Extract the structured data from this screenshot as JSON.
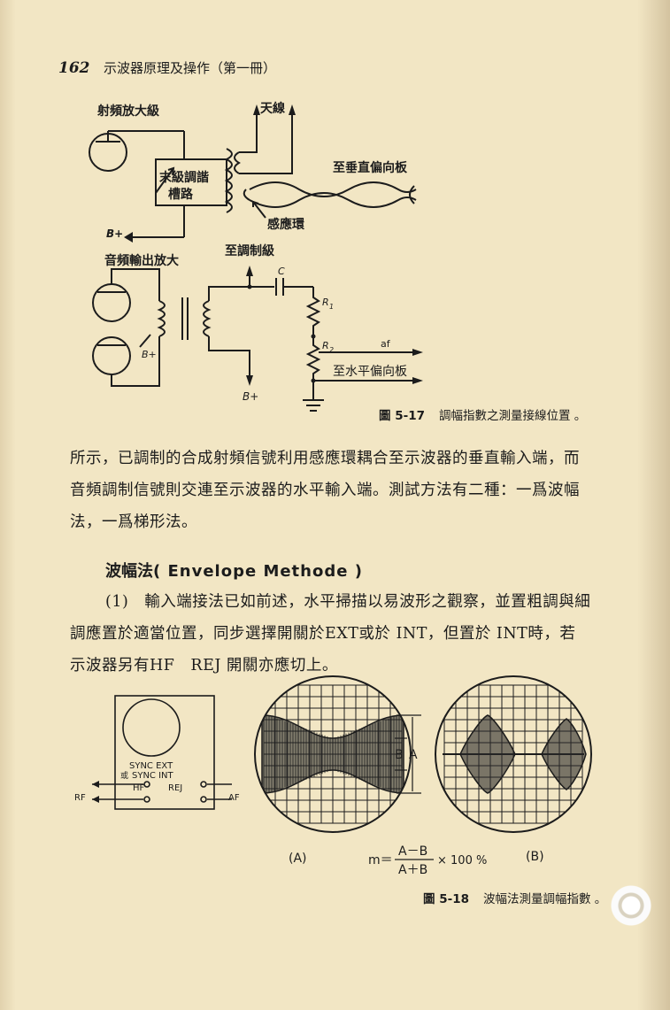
{
  "header": {
    "page_number": "162",
    "book_title": "示波器原理及操作（第一冊）"
  },
  "fig17": {
    "labels": {
      "rf_amp": "射頻放大級",
      "antenna": "天線",
      "tank1": "末級調諧",
      "tank2": "槽路",
      "to_vertical": "至垂直偏向板",
      "pickup_loop": "感應環",
      "bplus1": "B+",
      "audio_amp": "音頻輸出放大",
      "to_modulator": "至調制級",
      "cap_c": "C",
      "r1": "R",
      "r1_sub": "1",
      "r2": "R",
      "r2_sub": "2",
      "af": "af",
      "bplus2": "B+",
      "to_horizontal": "至水平偏向板",
      "bplus3": "B+"
    },
    "caption_number": "圖 5-17",
    "caption_text": "調幅指數之測量接線位置 。"
  },
  "paragraph1": {
    "line1": "所示，已調制的合成射頻信號利用感應環耦合至示波器的垂直輸入端，而",
    "line2": "音頻調制信號則交連至示波器的水平輸入端。測試方法有二種：一爲波幅",
    "line3": "法，一爲梯形法。"
  },
  "section": {
    "title": "波幅法",
    "latin": "( Envelope Methode )"
  },
  "paragraph2": {
    "line1": "(1)　輸入端接法已如前述，水平掃描以易波形之觀察，並置粗調與細",
    "line2": "調應置於適當位置，同步選擇開關於EXT或於 INT，但置於 INT時，若",
    "line3": "示波器另有HF　REJ 開關亦應切上。"
  },
  "fig18": {
    "scope_labels": {
      "sync_ext": "SYNC EXT",
      "huo": "或",
      "sync_int": "SYNC INT",
      "hf": "HF",
      "rej": "REJ",
      "rf": "RF",
      "af": "AF"
    },
    "label_a_dim": "A",
    "label_b_dim": "B",
    "panel_a": "(A)",
    "panel_b": "(B)",
    "formula_lhs": "m＝",
    "formula_num": "A－B",
    "formula_den": "A＋B",
    "formula_rhs": "× 100 %",
    "caption_number": "圖 5-18",
    "caption_text": "波幅法測量調幅指數 。"
  }
}
